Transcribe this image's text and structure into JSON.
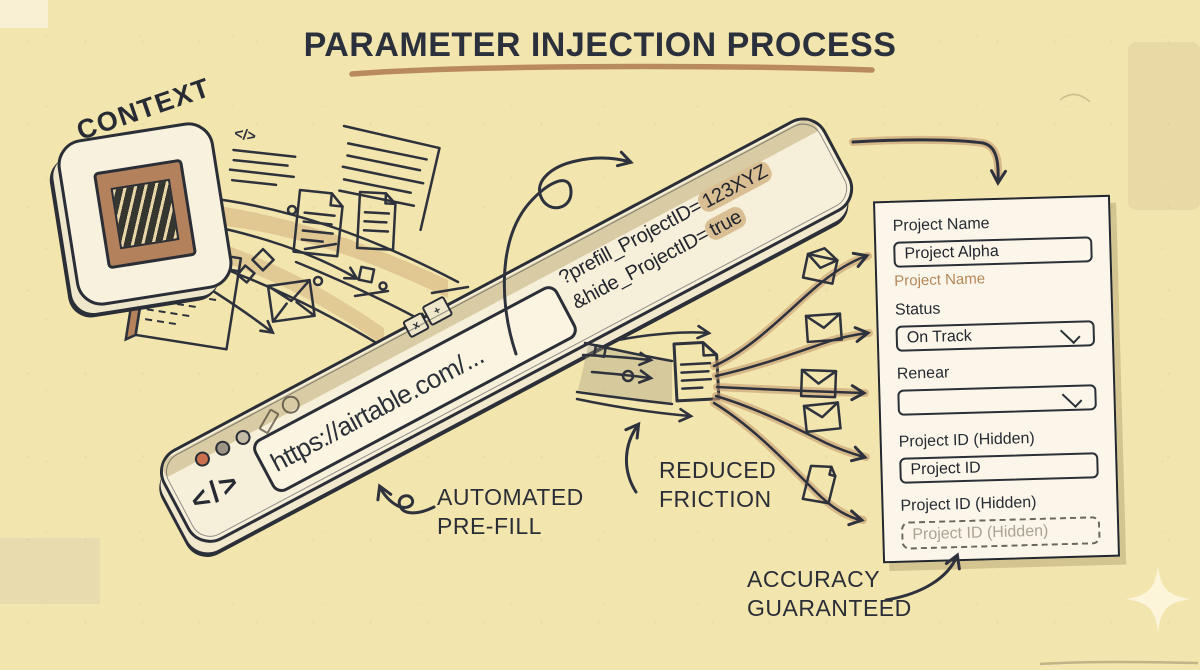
{
  "title": "PARAMETER INJECTION PROCESS",
  "context_label": "CONTEXT",
  "browser_bar": {
    "code_icon": "</>",
    "url": "https://airtable.com/...",
    "query_line1": {
      "prefix": "?prefill_ProjectID=",
      "highlight": "123XYZ"
    },
    "query_line2": {
      "prefix": "&hide_ProjectID=",
      "highlight": "true"
    },
    "tab": {
      "close": "x",
      "add": "+"
    }
  },
  "doodles": {
    "code_glyph": "</>"
  },
  "labels": {
    "automated_line1": "AUTOMATED",
    "automated_line2": "PRE-FILL",
    "friction_line1": "REDUCED",
    "friction_line2": "FRICTION",
    "accuracy_line1": "ACCURACY",
    "accuracy_line2": "GUARANTEED"
  },
  "form": {
    "fields": [
      {
        "type": "text",
        "label": "Project Name",
        "value": "Project Alpha",
        "helper": "Project Name"
      },
      {
        "type": "select",
        "label": "Status",
        "value": "On Track"
      },
      {
        "type": "select",
        "label": "Renear",
        "value": ""
      },
      {
        "type": "text",
        "label": "Project ID (Hidden)",
        "value": "Project ID"
      },
      {
        "type": "text-hidden",
        "label": "Project ID (Hidden)",
        "placeholder": "Project ID (Hidden)"
      }
    ]
  },
  "colors": {
    "background": "#f3e5ae",
    "ink": "#2d323c",
    "accent_tan": "#c59a6f",
    "highlight": "#d9bf93",
    "panel": "#fbf6e9",
    "bar_fill": "#f6efd9",
    "band": "#d9cca4",
    "helper_text": "#b5875a",
    "placeholder": "#a9a396",
    "red_dot": "#cc6f4c"
  }
}
